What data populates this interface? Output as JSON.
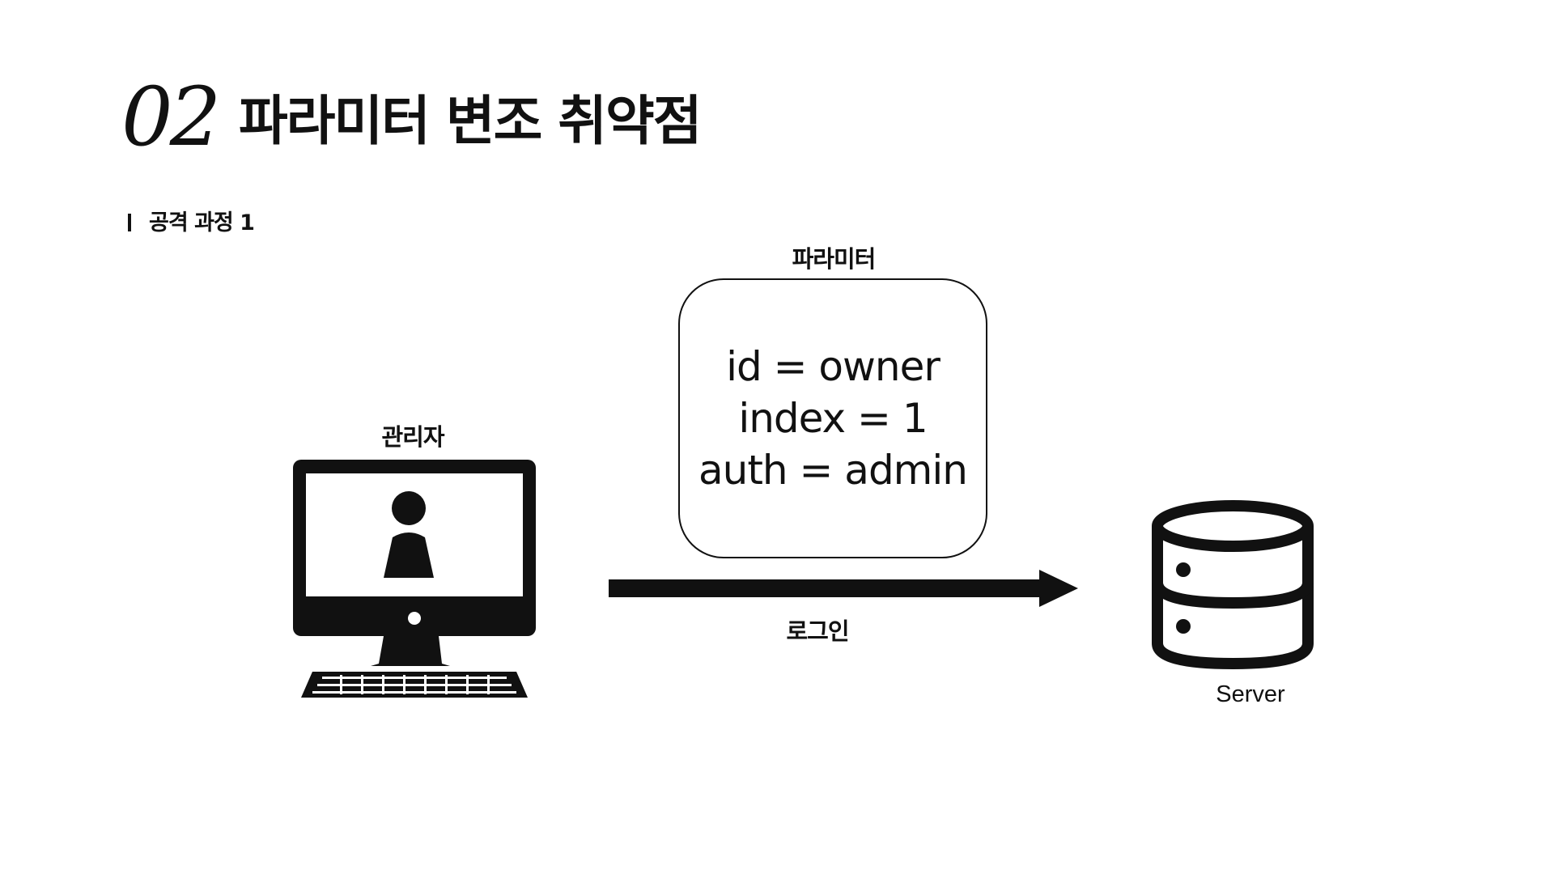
{
  "header": {
    "number": "02",
    "title": "파라미터 변조 취약점"
  },
  "section": {
    "label": "공격 과정 1"
  },
  "diagram": {
    "admin_label": "관리자",
    "parameter_label": "파라미터",
    "parameters": [
      "id = owner",
      "index = 1",
      "auth = admin"
    ],
    "arrow_label": "로그인",
    "server_label": "Server"
  },
  "icons": {
    "admin": "computer-user-icon",
    "arrow": "arrow-right-icon",
    "server": "database-icon"
  },
  "colors": {
    "foreground": "#111111",
    "background": "#ffffff"
  }
}
